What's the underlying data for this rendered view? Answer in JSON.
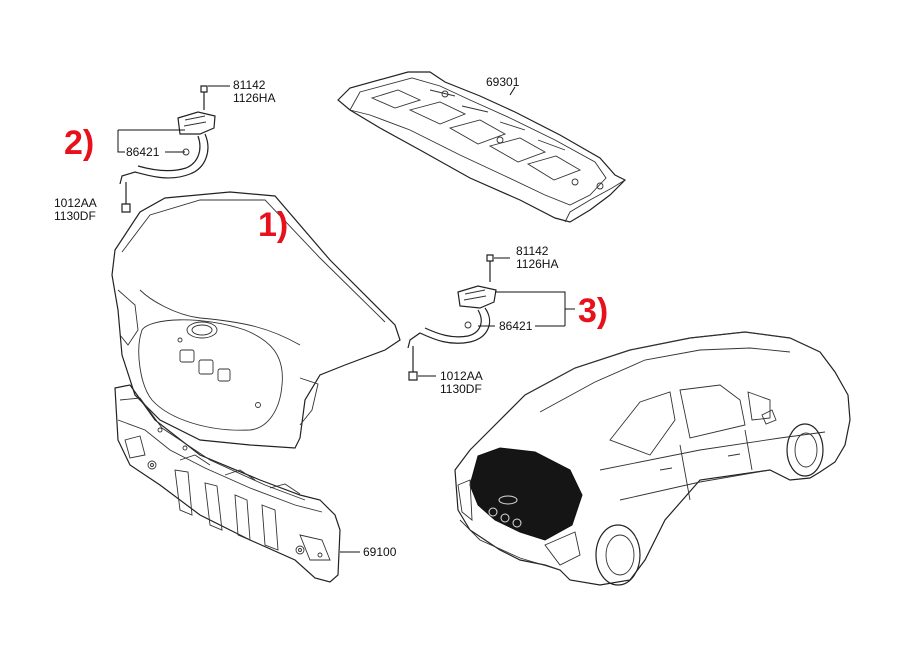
{
  "callouts": {
    "c1": "1)",
    "c2": "2)",
    "c3": "3)"
  },
  "part_numbers": {
    "left_bolt_a": "81142",
    "left_bolt_b": "1126HA",
    "left_hinge": "86421",
    "left_nut_a": "1012AA",
    "left_nut_b": "1130DF",
    "shelf_panel": "69301",
    "right_bolt_a": "81142",
    "right_bolt_b": "1126HA",
    "right_hinge": "86421",
    "right_nut_a": "1012AA",
    "right_nut_b": "1130DF",
    "back_panel": "69100"
  },
  "icons": [
    "bolt-icon",
    "nut-icon",
    "hinge-icon"
  ],
  "colors": {
    "callout": "#e8101a",
    "line": "#222222",
    "glass": "#151515"
  }
}
